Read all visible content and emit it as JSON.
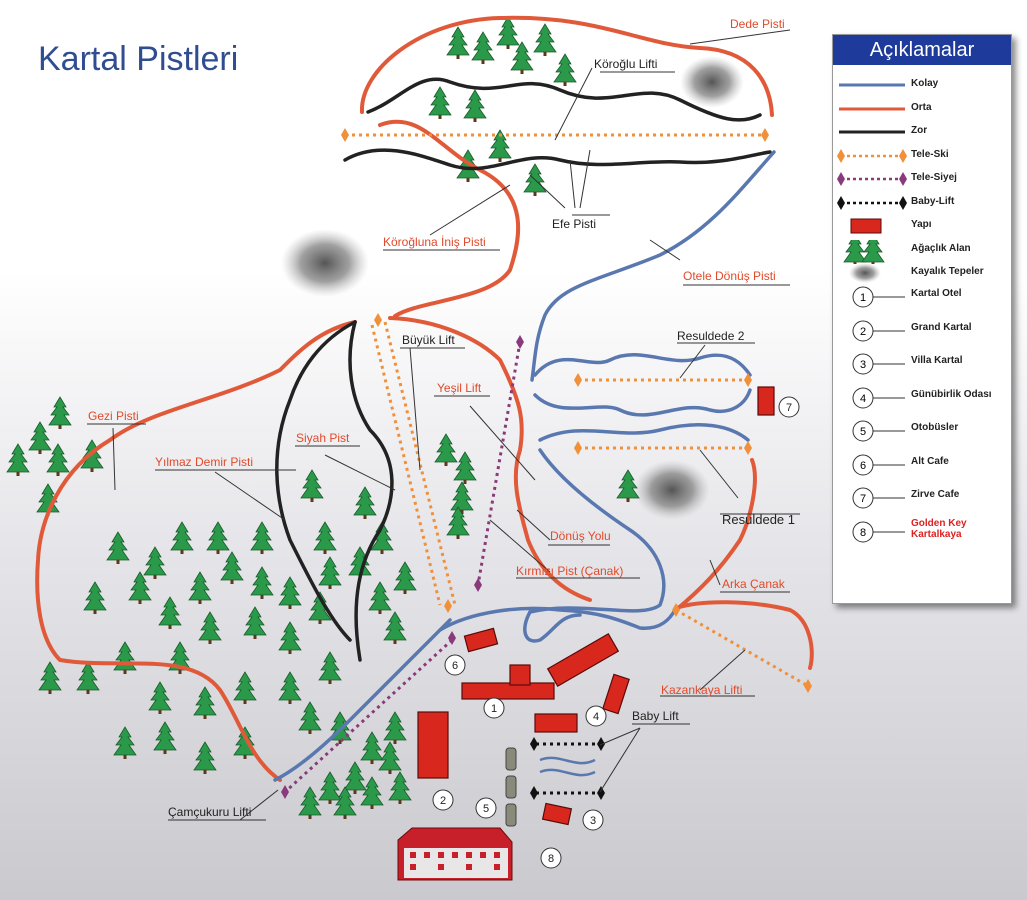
{
  "title": "Kartal Pistleri",
  "colors": {
    "kolay": "#5a78b0",
    "orta": "#e05a3a",
    "zor": "#222222",
    "teleski": "#f0903a",
    "telesiyej": "#8a3a7a",
    "tree": "#2a9a4a",
    "building": "#d8281e"
  },
  "labels": {
    "dede": "Dede Pisti",
    "koroglu_lift": "Köroğlu Lifti",
    "efe": "Efe Pisti",
    "koroglu_inis": "Köroğluna İniş Pisti",
    "otele_donus": "Otele Dönüş Pisti",
    "buyuk_lift": "Büyük Lift",
    "yesil_lift": "Yeşil Lift",
    "resuldede2": "Resuldede 2",
    "resuldede1": "Resuldede 1",
    "gezi": "Gezi Pisti",
    "siyah": "Siyah Pist",
    "yilmaz": "Yılmaz Demir Pisti",
    "donus_yolu": "Dönüş Yolu",
    "kirmizi": "Kırmızı Pist (Çanak)",
    "arka_canak": "Arka Çanak",
    "kazankaya": "Kazankaya Lifti",
    "baby_lift": "Baby Lift",
    "camcukuru": "Çamçukuru Lifti"
  },
  "markers": [
    "1",
    "2",
    "3",
    "4",
    "5",
    "6",
    "7",
    "8"
  ],
  "legend": {
    "title": "Açıklamalar",
    "items": [
      {
        "label": "Kolay",
        "icon": "blue-line"
      },
      {
        "label": "Orta",
        "icon": "red-line"
      },
      {
        "label": "Zor",
        "icon": "black-line"
      },
      {
        "label": "Tele-Ski",
        "icon": "teleski-line"
      },
      {
        "label": "Tele-Siyej",
        "icon": "telesiyej-line"
      },
      {
        "label": "Baby-Lift",
        "icon": "babylift-line"
      },
      {
        "label": "Yapı",
        "icon": "building-icon"
      },
      {
        "label": "Ağaçlık Alan",
        "icon": "tree-icon"
      },
      {
        "label": "Kayalık Tepeler",
        "icon": "rock-icon"
      },
      {
        "label": "Kartal Otel",
        "num": "1"
      },
      {
        "label": "Grand Kartal",
        "num": "2"
      },
      {
        "label": "Villa Kartal",
        "num": "3"
      },
      {
        "label": "Günübirlik Odası",
        "num": "4"
      },
      {
        "label": "Otobüsler",
        "num": "5"
      },
      {
        "label": "Alt Cafe",
        "num": "6"
      },
      {
        "label": "Zirve Cafe",
        "num": "7"
      },
      {
        "label": "Golden Key Kartalkaya",
        "num": "8"
      }
    ]
  }
}
